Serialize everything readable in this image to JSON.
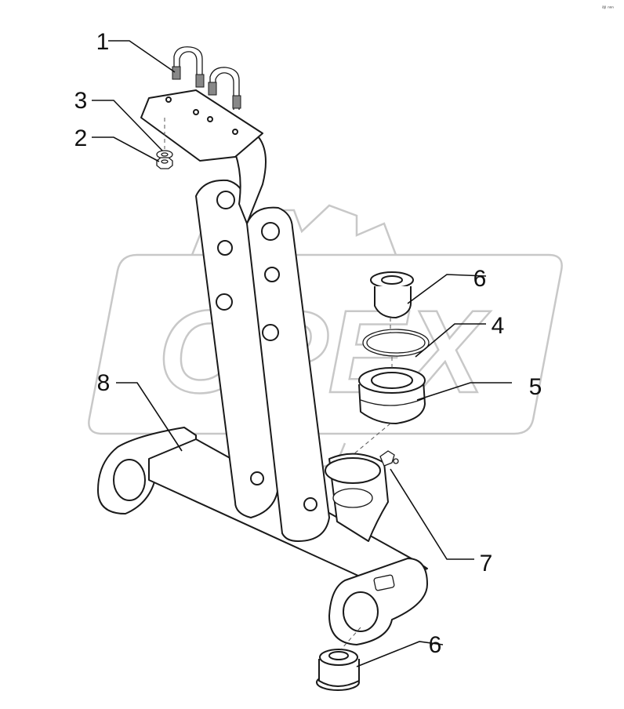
{
  "corner_text": "ᵃᵖ ⁿⁿⁿ",
  "watermark": "OPEX",
  "callouts": [
    {
      "id": "c1",
      "label": "1"
    },
    {
      "id": "c3",
      "label": "3"
    },
    {
      "id": "c2",
      "label": "2"
    },
    {
      "id": "c6a",
      "label": "6"
    },
    {
      "id": "c4",
      "label": "4"
    },
    {
      "id": "c8",
      "label": "8"
    },
    {
      "id": "c5",
      "label": "5"
    },
    {
      "id": "c7",
      "label": "7"
    },
    {
      "id": "c6b",
      "label": "6"
    }
  ]
}
